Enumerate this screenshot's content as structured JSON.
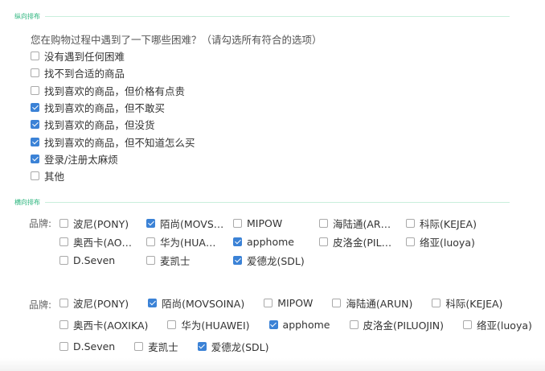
{
  "vertical": {
    "section_title": "纵向排布",
    "question": "您在购物过程中遇到了一下哪些困难？（请勾选所有符合的选项）",
    "options": [
      {
        "label": "没有遇到任何困难",
        "checked": false
      },
      {
        "label": "找不到合适的商品",
        "checked": false
      },
      {
        "label": "找到喜欢的商品，但价格有点贵",
        "checked": false
      },
      {
        "label": "找到喜欢的商品，但不敢买",
        "checked": true
      },
      {
        "label": "找到喜欢的商品，但没货",
        "checked": true
      },
      {
        "label": "找到喜欢的商品，但不知道怎么买",
        "checked": true
      },
      {
        "label": "登录/注册太麻烦",
        "checked": true
      },
      {
        "label": "其他",
        "checked": false
      }
    ]
  },
  "horizontal": {
    "section_title": "横向排布",
    "brand_label": "品牌:",
    "truncated": [
      {
        "label": "波尼(PONY)",
        "checked": false
      },
      {
        "label": "陌尚(MOVS…",
        "checked": true
      },
      {
        "label": "MIPOW",
        "checked": false
      },
      {
        "label": "海陆通(AR…",
        "checked": false
      },
      {
        "label": "科际(KEJEA)",
        "checked": false
      },
      {
        "label": "奥西卡(AO…",
        "checked": false
      },
      {
        "label": "华为(HUA…",
        "checked": false
      },
      {
        "label": "apphome",
        "checked": true
      },
      {
        "label": "皮洛金(PIL…",
        "checked": false
      },
      {
        "label": "络亚(luoya)",
        "checked": false
      },
      {
        "label": "D.Seven",
        "checked": false
      },
      {
        "label": "麦凯士",
        "checked": false
      },
      {
        "label": "爱德龙(SDL)",
        "checked": true
      }
    ],
    "full_rows": [
      [
        {
          "label": "波尼(PONY)",
          "checked": false
        },
        {
          "label": "陌尚(MOVSOINA)",
          "checked": true
        },
        {
          "label": "MIPOW",
          "checked": false
        },
        {
          "label": "海陆通(ARUN)",
          "checked": false
        },
        {
          "label": "科际(KEJEA)",
          "checked": false
        }
      ],
      [
        {
          "label": "奥西卡(AOXIKA)",
          "checked": false
        },
        {
          "label": "华为(HUAWEI)",
          "checked": false
        },
        {
          "label": "apphome",
          "checked": true
        },
        {
          "label": "皮洛金(PILUOJIN)",
          "checked": false
        },
        {
          "label": "络亚(luoya)",
          "checked": false
        }
      ],
      [
        {
          "label": "D.Seven",
          "checked": false
        },
        {
          "label": "麦凯士",
          "checked": false
        },
        {
          "label": "爱德龙(SDL)",
          "checked": true
        }
      ]
    ]
  }
}
